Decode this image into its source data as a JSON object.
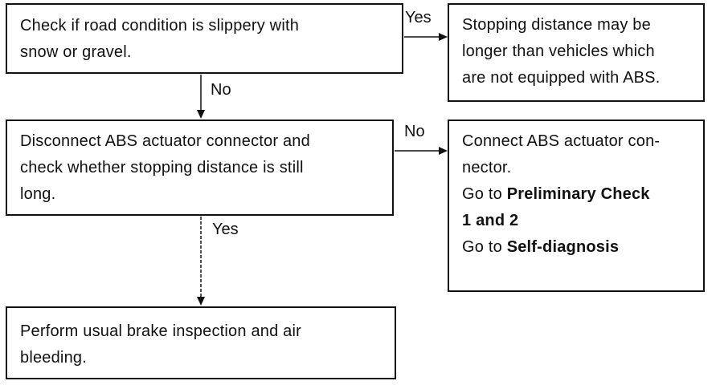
{
  "nodes": {
    "check_road": {
      "lines": [
        "Check if road condition is slippery with",
        "snow or gravel."
      ]
    },
    "stopping_distance_note": {
      "lines": [
        "Stopping distance may be",
        "longer than vehicles which",
        "are not equipped with ABS."
      ]
    },
    "disconnect_check": {
      "lines": [
        "Disconnect ABS actuator connector and",
        "check whether stopping distance is still",
        "long."
      ]
    },
    "connect_actuator": {
      "line1": "Connect ABS actuator con-",
      "line2": "nector.",
      "go_to_1_prefix": "Go to ",
      "go_to_1_bold_a": "Preliminary Check",
      "go_to_1_bold_b": "1 and 2",
      "go_to_2_prefix": "Go to ",
      "go_to_2_bold": "Self-diagnosis"
    },
    "brake_inspection": {
      "lines": [
        "Perform usual brake inspection and air",
        "bleeding."
      ]
    }
  },
  "edges": {
    "road_yes": "Yes",
    "road_no": "No",
    "distance_no": "No",
    "distance_yes": "Yes"
  },
  "colors": {
    "ink": "#111111",
    "background": "#ffffff"
  }
}
